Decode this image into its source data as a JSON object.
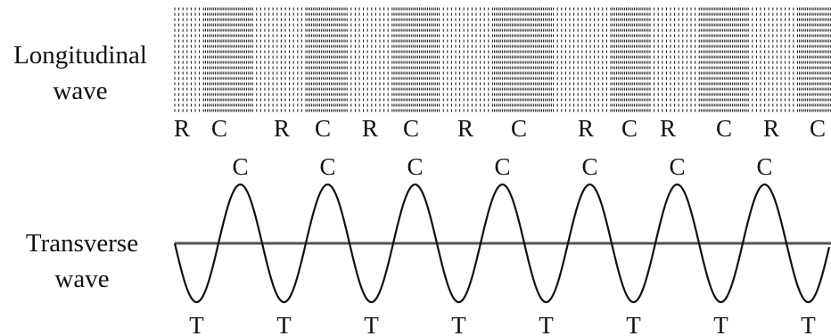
{
  "longitudinal": {
    "label_line1": "Longitudinal",
    "label_line2": "wave",
    "markers": [
      "R",
      "C",
      "R",
      "C",
      "R",
      "C",
      "R",
      "C",
      "R",
      "C",
      "R",
      "C",
      "R",
      "C"
    ]
  },
  "transverse": {
    "label_line1": "Transverse",
    "label_line2": "wave",
    "crest_marker": "C",
    "trough_marker": "T",
    "crest_count": 7,
    "trough_count": 8
  }
}
